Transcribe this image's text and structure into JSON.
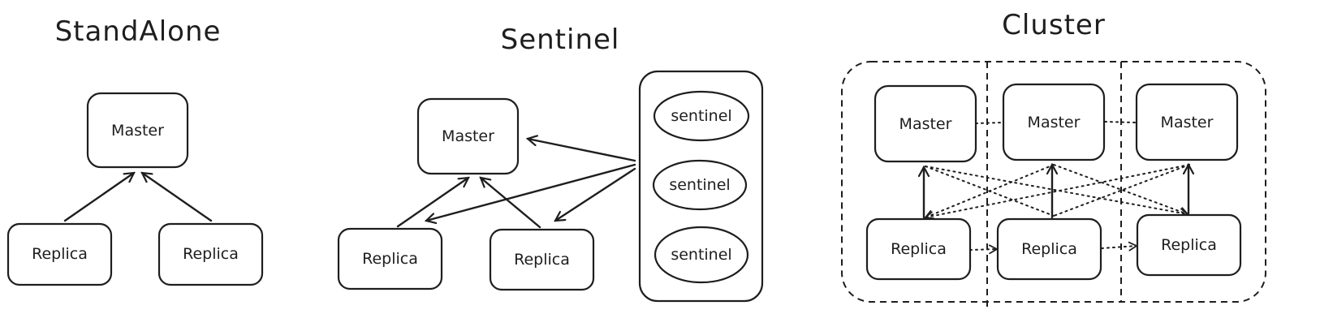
{
  "sections": {
    "standalone": {
      "title": "StandAlone",
      "master": "Master",
      "replica_left": "Replica",
      "replica_right": "Replica"
    },
    "sentinel": {
      "title": "Sentinel",
      "master": "Master",
      "replica_left": "Replica",
      "replica_right": "Replica",
      "sentinels": [
        "sentinel",
        "sentinel",
        "sentinel"
      ]
    },
    "cluster": {
      "title": "Cluster",
      "masters": [
        "Master",
        "Master",
        "Master"
      ],
      "replicas": [
        "Replica",
        "Replica",
        "Replica"
      ]
    }
  },
  "colors": {
    "stroke": "#1e1e1e",
    "background": "#ffffff"
  }
}
